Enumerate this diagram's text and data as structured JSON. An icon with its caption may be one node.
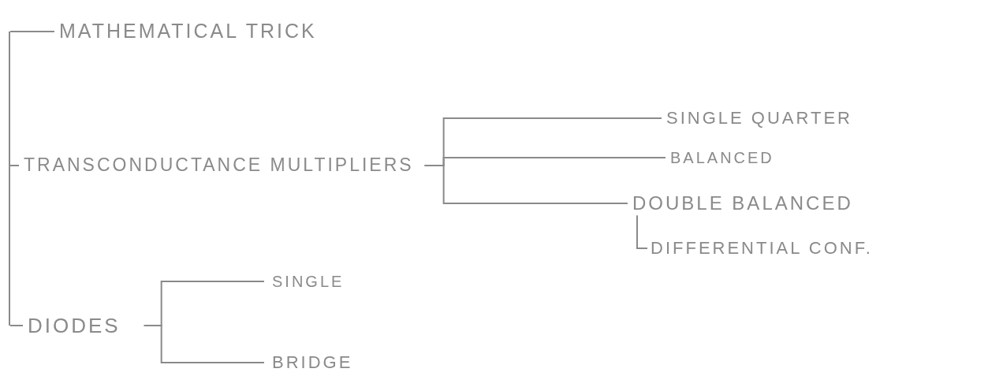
{
  "diagram": {
    "nodes": [
      {
        "text": [
          "MATHEMATICAL TRICK"
        ]
      },
      {
        "text": [
          "TRANSCONDUCTANCE MULTIPLIERS"
        ]
      },
      {
        "text": [
          "SINGLE QUARTER"
        ]
      },
      {
        "text": [
          "BALANCED"
        ]
      },
      {
        "text": [
          "DOUBLE BALANCED"
        ]
      },
      {
        "text": [
          "DIFFERENTIAL CONF."
        ]
      },
      {
        "text": [
          "DIODES"
        ]
      },
      {
        "text": [
          "SINGLE"
        ]
      },
      {
        "text": [
          "BRIDGE"
        ]
      },
      {
        "text": [],
        "shape": "bar"
      }
    ],
    "edges": [
      {
        "from": 9,
        "to": 0,
        "arrow": "none"
      },
      {
        "from": 9,
        "to": 1,
        "arrow": "none"
      },
      {
        "from": 9,
        "to": 6,
        "arrow": "none"
      },
      {
        "from": 1,
        "to": 2,
        "arrow": "none"
      },
      {
        "from": 1,
        "to": 3,
        "arrow": "none"
      },
      {
        "from": 1,
        "to": 4,
        "arrow": "none"
      },
      {
        "from": 4,
        "to": 5,
        "arrow": "none"
      },
      {
        "from": 6,
        "to": 7,
        "arrow": "none"
      },
      {
        "from": 6,
        "to": 8,
        "arrow": "none"
      }
    ]
  }
}
